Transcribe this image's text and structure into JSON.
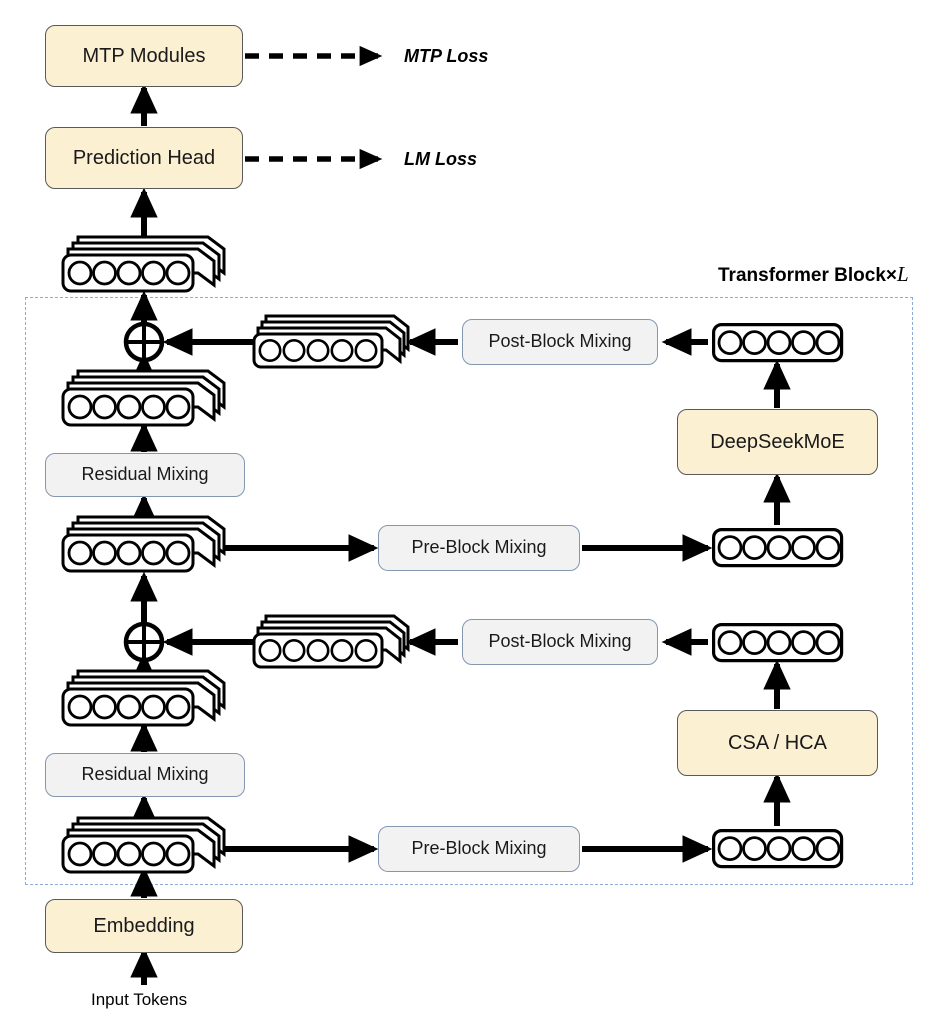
{
  "diagram": {
    "title_label": "Transformer Block",
    "title_times": "×",
    "title_repeat": "L",
    "input_label": "Input Tokens"
  },
  "boxes": {
    "mtp_modules": "MTP Modules",
    "prediction_head": "Prediction Head",
    "residual_mixing_upper": "Residual Mixing",
    "residual_mixing_lower": "Residual Mixing",
    "pre_block_mixing_upper": "Pre-Block Mixing",
    "pre_block_mixing_lower": "Pre-Block Mixing",
    "post_block_mixing_upper": "Post-Block Mixing",
    "post_block_mixing_lower": "Post-Block Mixing",
    "deepseekmoe": "DeepSeekMoE",
    "csa_hca": "CSA / HCA",
    "embedding": "Embedding"
  },
  "losses": {
    "mtp_loss": "MTP Loss",
    "lm_loss": "LM Loss"
  },
  "tokens": {
    "circles_per_bar": 5,
    "stack_layers": 4
  },
  "colors": {
    "cream_fill": "#FBF0D2",
    "cream_border": "#595959",
    "gray_fill": "#F2F2F2",
    "gray_border": "#8496B0",
    "frame_dashed": "#8EAADB",
    "arrow": "#000000",
    "text": "#1A1A1A"
  },
  "icons": {
    "sum_junction": "circled-plus-icon",
    "arrow_up": "arrow-up-icon",
    "arrow_left": "arrow-left-icon",
    "arrow_right": "arrow-right-icon",
    "dashed_arrow": "dashed-arrow-right-icon",
    "token_bar": "token-sequence-icon",
    "token_stack": "token-sequence-stack-icon"
  }
}
